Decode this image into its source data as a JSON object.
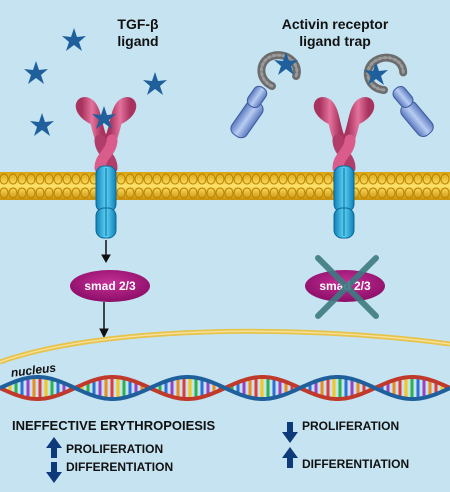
{
  "labels": {
    "tgf_line1": "TGF-β",
    "tgf_line2": "ligand",
    "trap_line1": "Activin receptor",
    "trap_line2": "ligand trap",
    "smad_left": "smad 2/3",
    "smad_right": "smad 2/3",
    "nucleus": "nucleus",
    "ineffective": "INEFFECTIVE ERYTHROPOIESIS",
    "left_prolif": "PROLIFERATION",
    "left_diff": "DIFFERENTIATION",
    "right_prolif": "PROLIFERATION",
    "right_diff": "DIFFERENTIATION"
  },
  "colors": {
    "background": "#c5e3f1",
    "ligand": "#1f5f9c",
    "membrane": "#f0c419",
    "receptor_extracellular": "#cf4a7a",
    "receptor_intracellular": "#22a9d9",
    "smad": "#a0157a",
    "block_x": "#3d7b82",
    "nucleus_envelope": "#e6c34a",
    "arrow": "#0d3a78"
  },
  "arrows": {
    "left_prolif": "up",
    "left_diff": "down",
    "right_prolif": "down",
    "right_diff": "up"
  }
}
